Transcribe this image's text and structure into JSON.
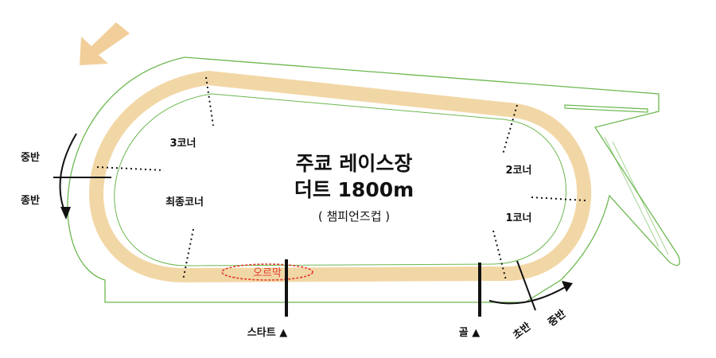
{
  "title": {
    "line1": "주쿄 레이스장",
    "line2": "더트 1800m",
    "line3": "( 챔피언즈컵 )"
  },
  "corners": {
    "c1": "1코너",
    "c2": "2코너",
    "c3": "3코너",
    "c4": "최종코너"
  },
  "markers": {
    "start": "스타트 ▲",
    "goal": "골 ▲",
    "uphill": "오르막"
  },
  "phases": {
    "left_mid": "중반",
    "left_late": "종반",
    "right_early": "초반",
    "right_mid": "중반"
  },
  "colors": {
    "track": "#f2d7a6",
    "rail": "#6cb84f",
    "arrow": "#f2cf9a",
    "uphill": "#e33a2b",
    "ink": "#111111"
  }
}
